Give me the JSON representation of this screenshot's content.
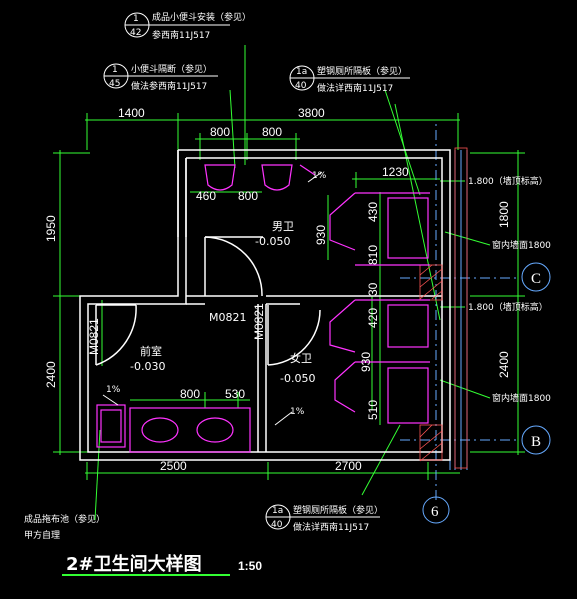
{
  "drawing": {
    "title": "2#卫生间大样图",
    "scale": "1:50"
  },
  "dims": {
    "top_left": "1400",
    "top_right": "3800",
    "top_800a": "800",
    "top_800b": "800",
    "d460": "460",
    "d800": "800",
    "d1230": "1230",
    "left_1950": "1950",
    "left_2400": "2400",
    "right_1800": "1800",
    "right_2400": "2400",
    "d430": "430",
    "d930a": "930",
    "d810": "810",
    "d30": "30",
    "d420": "420",
    "d930b": "930",
    "d510": "510",
    "d800b": "800",
    "d530": "530",
    "bottom_left": "2500",
    "bottom_right": "2700"
  },
  "rooms": {
    "male": {
      "name": "男卫",
      "level": "-0.050"
    },
    "front": {
      "name": "前室",
      "level": "-0.030"
    },
    "female": {
      "name": "女卫",
      "level": "-0.050"
    },
    "door_a": "M0821",
    "door_b": "M0821",
    "door_c": "M0821"
  },
  "slopes": {
    "s1": "1%",
    "s2": "1%",
    "s3": "1%"
  },
  "callouts": {
    "c1": {
      "num": "1",
      "den": "42",
      "line1": "成品小便斗安装（参见）",
      "line2": "参西南11J517"
    },
    "c2": {
      "num": "1",
      "den": "45",
      "line1": "小便斗隔断（参见）",
      "line2": "做法参西南11J517"
    },
    "c3": {
      "num": "1a",
      "den": "40",
      "line1": "塑钢厕所隔板（参见）",
      "line2": "做法详西南11J517"
    },
    "c4": {
      "num": "1a",
      "den": "40",
      "line1": "塑钢厕所隔板（参见）",
      "line2": "做法详西南11J517"
    }
  },
  "notes": {
    "win1": "1.800（墙顶标高）",
    "win1b": "窗内墙面1800",
    "win2": "1.800（墙顶标高）",
    "win2b": "窗内墙面1800",
    "mop1": "成品拖布池（参见）",
    "mop2": "甲方自理"
  },
  "axes": {
    "c": "C",
    "b": "B",
    "six": "6"
  },
  "colors": {
    "wall": "#ffffff",
    "fixture": "#ff33ff",
    "dim": "#33ff33",
    "hatch": "#ff5555",
    "axis": "#66aaff"
  }
}
